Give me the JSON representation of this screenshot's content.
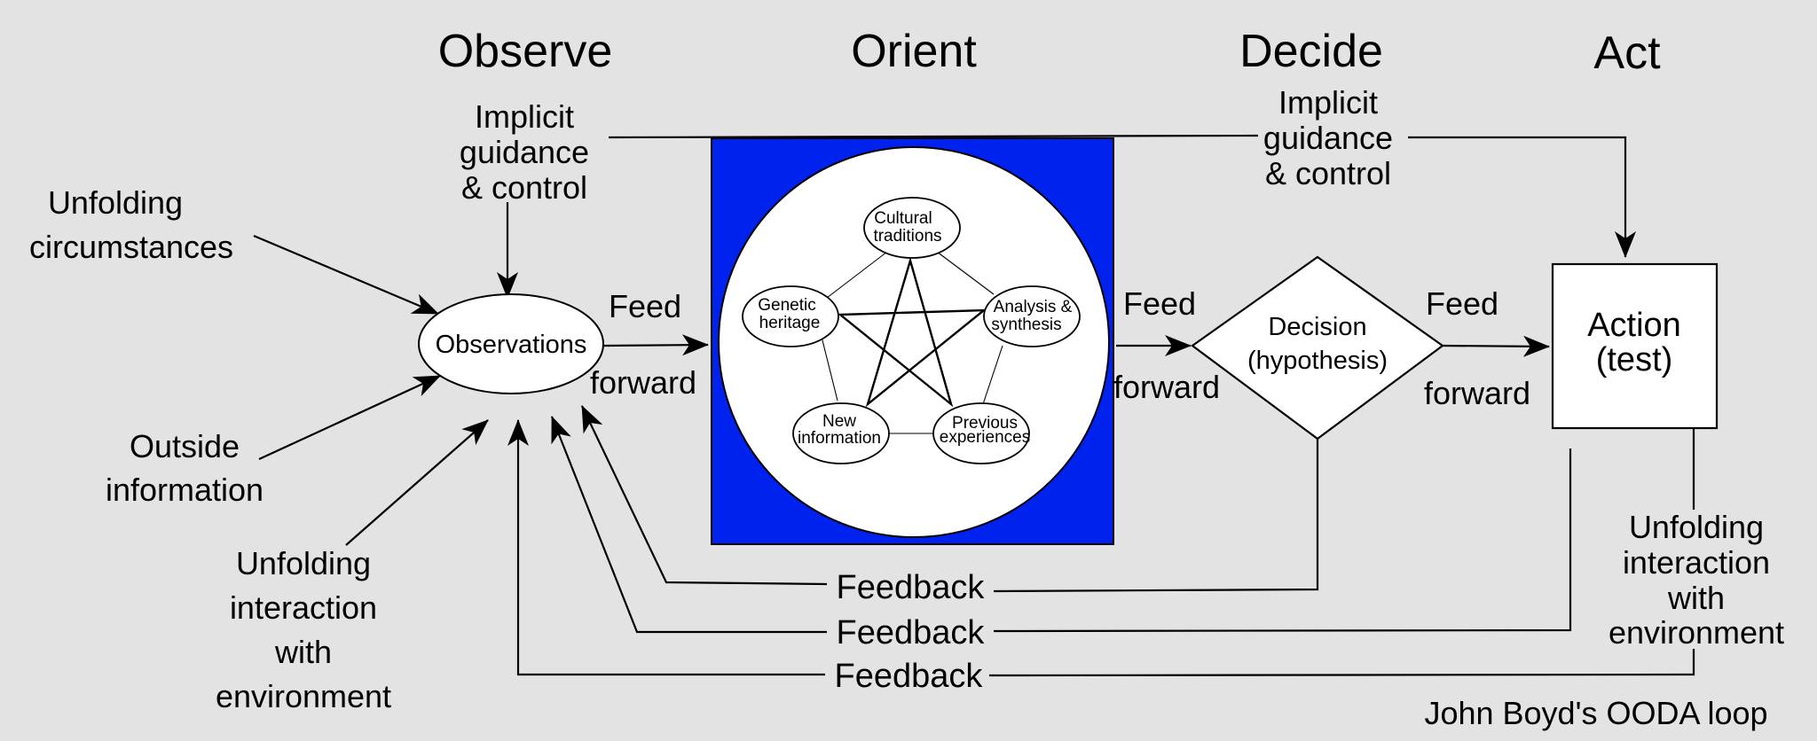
{
  "phases": {
    "observe": "Observe",
    "orient": "Orient",
    "decide": "Decide",
    "act": "Act"
  },
  "guidance_left": [
    "Implicit",
    "guidance",
    "& control"
  ],
  "guidance_right": [
    "Implicit",
    "guidance",
    "& control"
  ],
  "inputs": {
    "unfolding_circumstances": [
      "Unfolding",
      "circumstances"
    ],
    "outside_information": [
      "Outside",
      "information"
    ],
    "unfolding_interaction_left": [
      "Unfolding",
      "interaction",
      "with",
      "environment"
    ]
  },
  "observations": "Observations",
  "feed_forward_1": {
    "top": "Feed",
    "bottom": "forward"
  },
  "feed_forward_2": {
    "top": "Feed",
    "bottom": "forward"
  },
  "feed_forward_3": {
    "top": "Feed",
    "bottom": "forward"
  },
  "orient_nodes": {
    "cultural": [
      "Cultural",
      "traditions"
    ],
    "genetic": [
      "Genetic",
      "heritage"
    ],
    "analysis": [
      "Analysis &",
      "synthesis"
    ],
    "new_info": [
      "New",
      "information"
    ],
    "previous": [
      "Previous",
      "experiences"
    ]
  },
  "decision": [
    "Decision",
    "(hypothesis)"
  ],
  "action": [
    "Action",
    "(test)"
  ],
  "unfolding_interaction_right": [
    "Unfolding",
    "interaction",
    "with",
    "environment"
  ],
  "feedback": [
    "Feedback",
    "Feedback",
    "Feedback"
  ],
  "caption": "John Boyd's OODA loop",
  "colors": {
    "background": "#e3e3e3",
    "orient_box": "#0022ee",
    "shape_fill": "#ffffff",
    "stroke": "#000000"
  }
}
